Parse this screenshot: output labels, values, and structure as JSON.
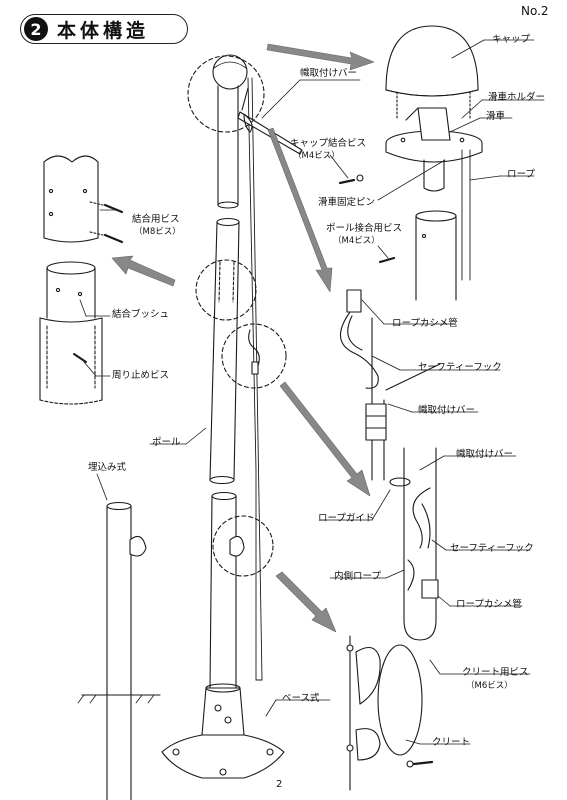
{
  "header": {
    "section_number": "2",
    "section_title": "本体構造",
    "page_label": "No.2"
  },
  "labels": {
    "cap": "キャップ",
    "flag_bar_top": "幟取付けバー",
    "pulley_holder": "滑車ホルダー",
    "pulley": "滑車",
    "cap_screw": "キャップ結合ビス",
    "cap_screw_spec": "（M4ビス）",
    "rope": "ロープ",
    "pulley_pin": "滑車固定ピン",
    "pole_screw": "ポール接合用ビス",
    "pole_screw_spec": "（M4ビス）",
    "joint_screw": "結合用ビス",
    "joint_screw_spec": "（M8ビス）",
    "joint_bush": "結合ブッシュ",
    "rope_clamp_top": "ロープカシメ管",
    "safety_hook_top": "セーフティーフック",
    "rotation_screw": "周り止めビス",
    "flag_bar_mid": "幟取付けバー",
    "pole": "ポール",
    "flag_bar_right": "幟取付けバー",
    "buried_type": "埋込み式",
    "rope_guide": "ロープガイド",
    "safety_hook_bottom": "セーフティーフック",
    "inner_rope": "内側ロープ",
    "rope_clamp_bottom": "ロープカシメ管",
    "cleat_screw": "クリート用ビス",
    "cleat_screw_spec": "（M6ビス）",
    "base_type": "ベース式",
    "cleat": "クリート"
  },
  "footer": {
    "page_number": "2"
  }
}
